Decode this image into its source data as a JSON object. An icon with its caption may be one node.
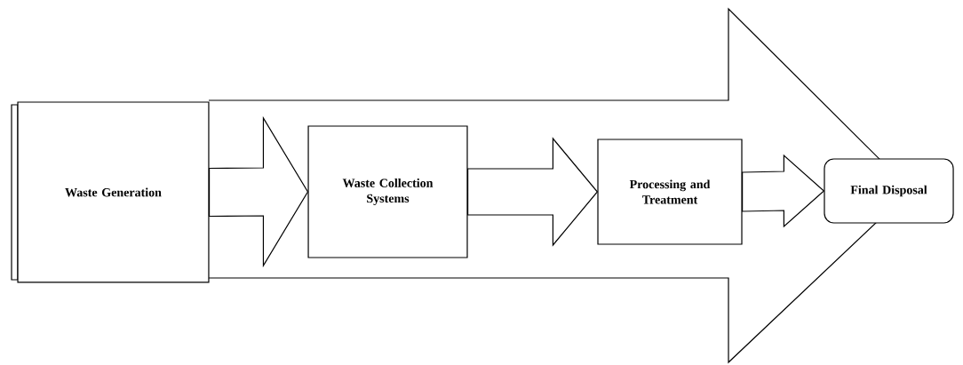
{
  "diagram": {
    "nodes": [
      {
        "text": [
          "Waste Generation"
        ]
      },
      {
        "text": [
          "Waste Collection Systems"
        ]
      },
      {
        "text": [
          "Processing and Treatment"
        ]
      },
      {
        "text": [
          "Final Disposal"
        ]
      }
    ],
    "edges": [
      {
        "from": 0,
        "to": 1,
        "arrow": "to"
      },
      {
        "from": 1,
        "to": 2,
        "arrow": "to"
      },
      {
        "from": 2,
        "to": 3,
        "arrow": "to"
      }
    ]
  }
}
